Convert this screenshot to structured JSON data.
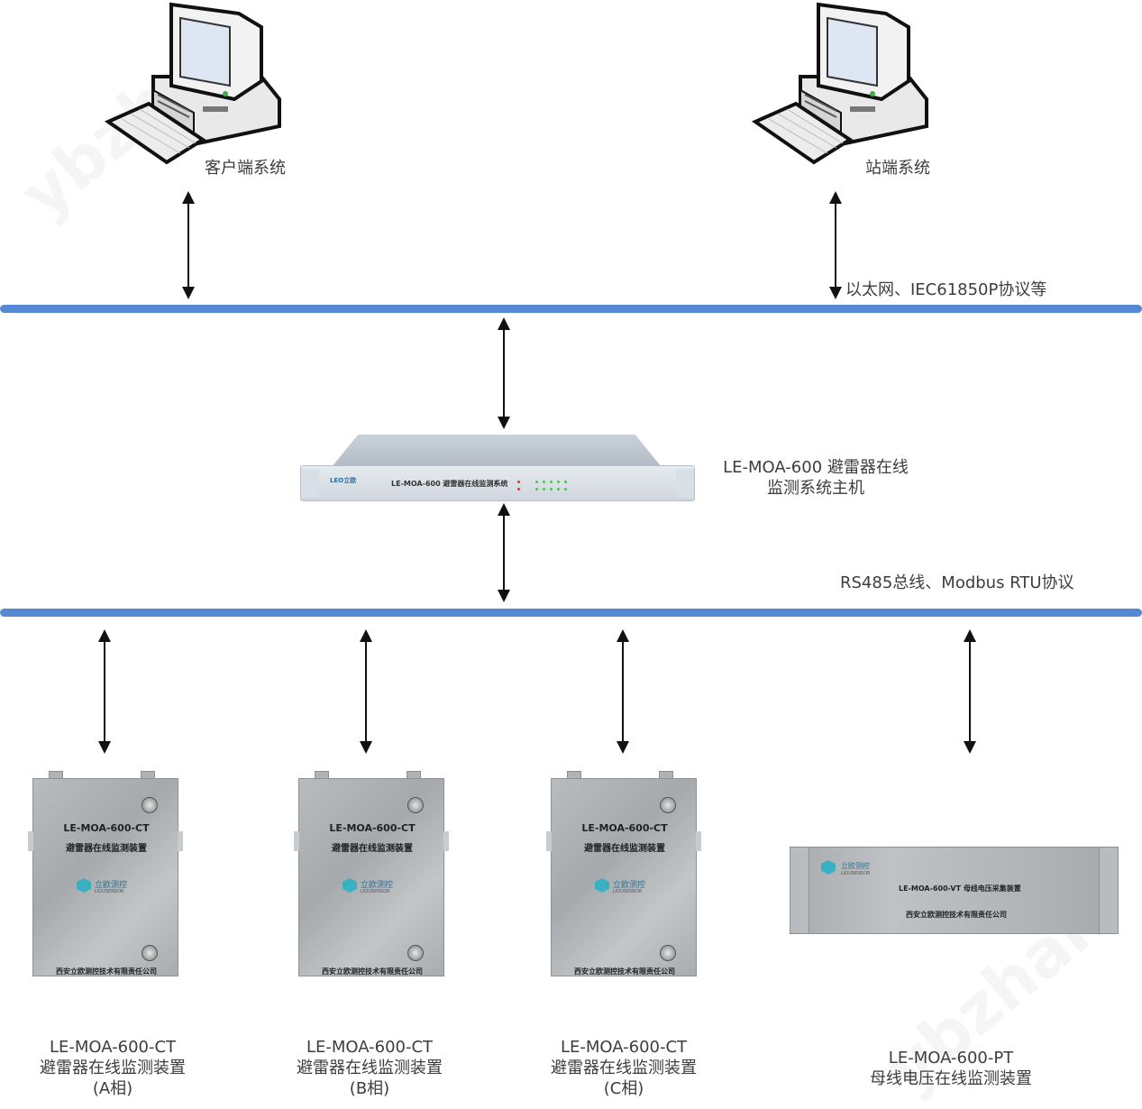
{
  "top_nodes": [
    {
      "id": "client",
      "label": "客户端系统",
      "icon": "desktop-computer-icon"
    },
    {
      "id": "station",
      "label": "站端系统",
      "icon": "desktop-computer-icon"
    }
  ],
  "buses": {
    "ethernet": {
      "label": "以太网、IEC61850P协议等",
      "color": "#5589d3"
    },
    "rs485": {
      "label": "RS485总线、Modbus RTU协议",
      "color": "#5589d3"
    }
  },
  "host": {
    "label_line1": "LE-MOA-600 避雷器在线",
    "label_line2": "监测系统主机",
    "panel_title": "LE-MOA-600 避雷器在线监测系统",
    "panel_brand": "LEO立欧"
  },
  "devices": [
    {
      "model": "LE-MOA-600-CT",
      "name": "避雷器在线监测装置",
      "phase": "(A相)",
      "panel_model": "LE-MOA-600-CT",
      "panel_name": "避雷器在线监测装置",
      "panel_brand": "立欧测控",
      "panel_brand_en": "LIOUSENSOR",
      "panel_company": "西安立欧测控技术有限责任公司"
    },
    {
      "model": "LE-MOA-600-CT",
      "name": "避雷器在线监测装置",
      "phase": "(B相)",
      "panel_model": "LE-MOA-600-CT",
      "panel_name": "避雷器在线监测装置",
      "panel_brand": "立欧测控",
      "panel_brand_en": "LIOUSENSOR",
      "panel_company": "西安立欧测控技术有限责任公司"
    },
    {
      "model": "LE-MOA-600-CT",
      "name": "避雷器在线监测装置",
      "phase": "(C相)",
      "panel_model": "LE-MOA-600-CT",
      "panel_name": "避雷器在线监测装置",
      "panel_brand": "立欧测控",
      "panel_brand_en": "LIOUSENSOR",
      "panel_company": "西安立欧测控技术有限责任公司"
    },
    {
      "model": "LE-MOA-600-PT",
      "name": "母线电压在线监测装置",
      "panel_title": "LE-MOA-600-VT 母线电压采集装置",
      "panel_brand": "立欧测控",
      "panel_brand_en": "LIOUSENSOR",
      "panel_company": "西安立欧测控技术有限责任公司"
    }
  ],
  "watermark": "ybzhan"
}
